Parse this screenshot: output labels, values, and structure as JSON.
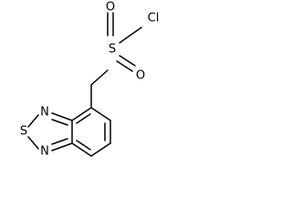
{
  "molecule": {
    "atoms": {
      "o_top": "O",
      "s_sulfonyl": "S",
      "cl": "Cl",
      "o_bottom": "O",
      "n_top": "N",
      "s_ring": "S",
      "n_bottom": "N"
    }
  }
}
